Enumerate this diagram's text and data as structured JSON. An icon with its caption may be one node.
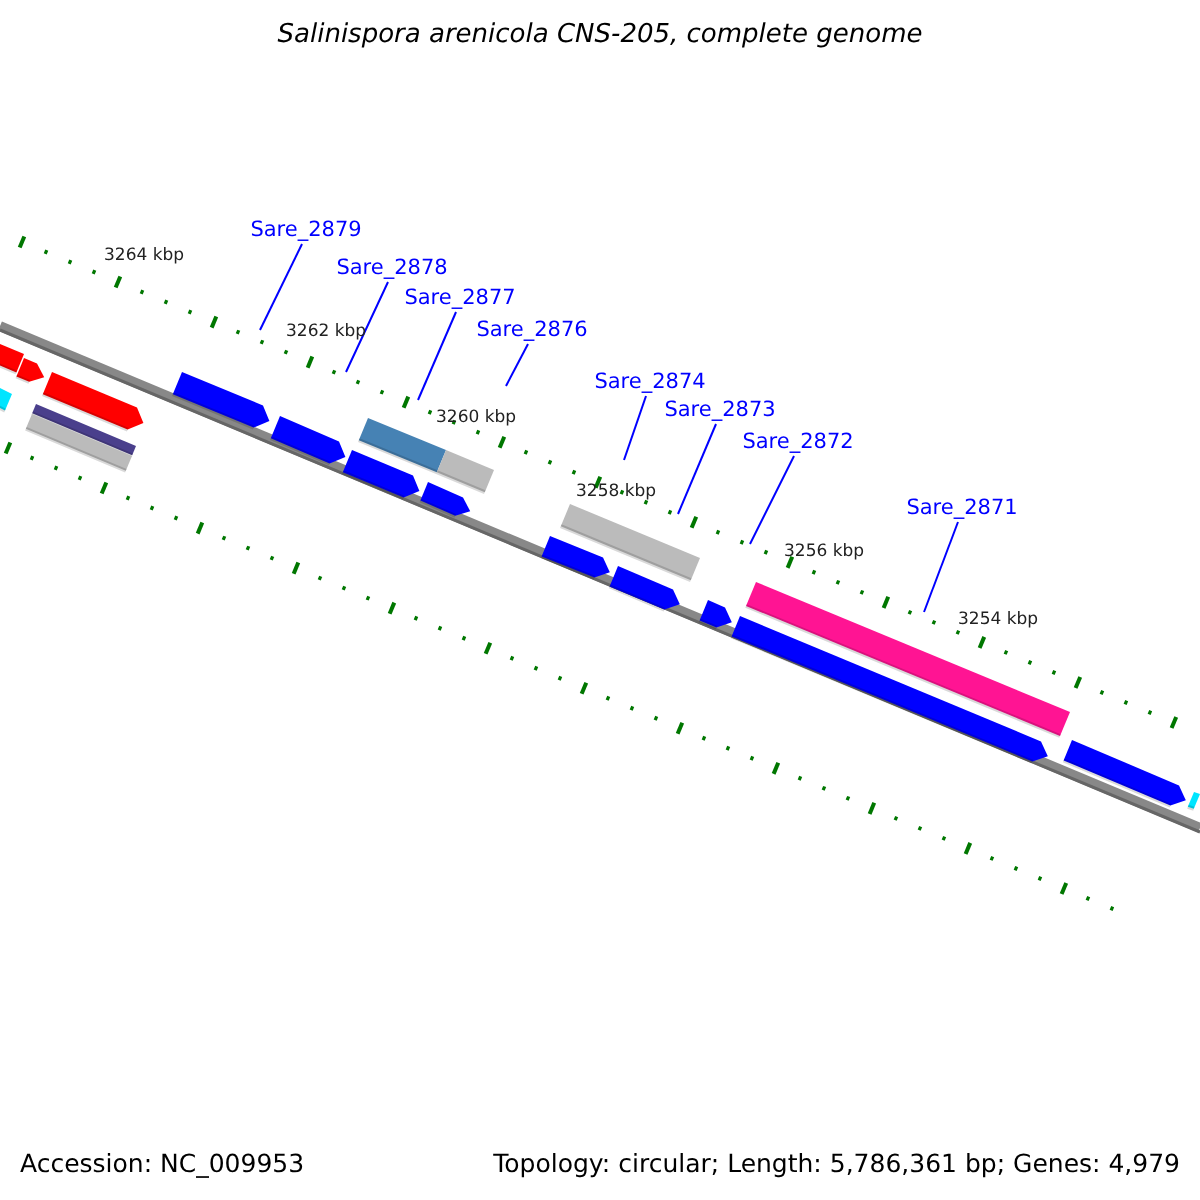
{
  "diagram": {
    "title": "Salinispora arenicola CNS-205, complete genome",
    "nodes": [
      {
        "text": [
          "Sare_2879"
        ]
      },
      {
        "text": [
          "Sare_2878"
        ]
      },
      {
        "text": [
          "Sare_2877"
        ]
      },
      {
        "text": [
          "Sare_2876"
        ]
      },
      {
        "text": [
          "Sare_2874"
        ]
      },
      {
        "text": [
          "Sare_2873"
        ]
      },
      {
        "text": [
          "Sare_2872"
        ]
      },
      {
        "text": [
          "Sare_2871"
        ]
      }
    ],
    "edges": [
      {
        "from": 0,
        "to": null,
        "arrow": "none"
      },
      {
        "from": 1,
        "to": null,
        "arrow": "none"
      },
      {
        "from": 2,
        "to": null,
        "arrow": "none"
      },
      {
        "from": 3,
        "to": null,
        "arrow": "none"
      },
      {
        "from": 4,
        "to": null,
        "arrow": "none"
      },
      {
        "from": 5,
        "to": null,
        "arrow": "none"
      },
      {
        "from": 6,
        "to": null,
        "arrow": "none"
      },
      {
        "from": 7,
        "to": null,
        "arrow": "none"
      }
    ],
    "labels": [
      "3264 kbp",
      "3262 kbp",
      "3260 kbp",
      "3258 kbp",
      "3256 kbp",
      "3254 kbp",
      "Accession: NC_009953",
      "Topology: circular; Length: 5,786,361 bp; Genes: 4,979"
    ]
  }
}
